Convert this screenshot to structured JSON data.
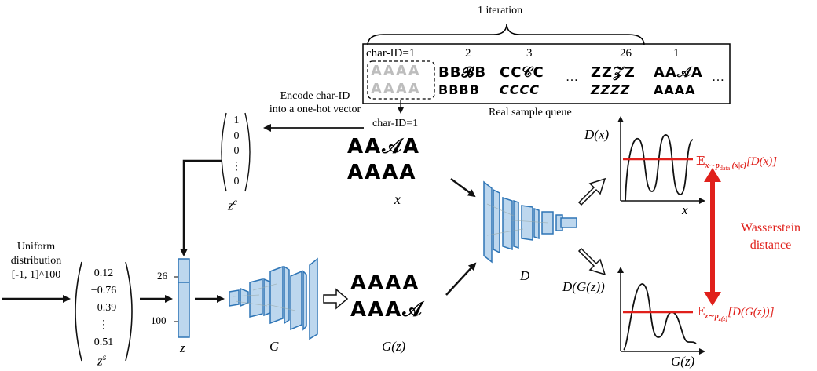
{
  "queue": {
    "title": "1 iteration",
    "label_char1": "char-ID=1",
    "label_2": "2",
    "label_3": "3",
    "label_26": "26",
    "label_1b": "1",
    "ellipsis_mid": "…",
    "ellipsis_end": "…",
    "row1_faded": "AAAA",
    "row2_faded": "AAAA",
    "b_row1": "BB𝓑B",
    "b_row2": "BBBB",
    "c_row1": "CC𝒞C",
    "c_row2": "CCCC",
    "z_row1": "ZZ𝒵Z",
    "z_row2": "ZZZZ",
    "a_row1": "AA𝒜A",
    "a_row2": "AAAA",
    "caption": "Real sample queue"
  },
  "encode": {
    "line1": "Encode char-ID",
    "line2": "into a one-hot vector"
  },
  "onehot": {
    "entries": [
      "1",
      "0",
      "0",
      "⋮",
      "0"
    ],
    "label": "z",
    "label_sup": "c"
  },
  "real_samples": {
    "label": "char-ID=1",
    "row1": "AA𝒜A",
    "row2": "AAAA",
    "var": "x"
  },
  "uniform": {
    "line1": "Uniform",
    "line2": "distribution",
    "line3": "[-1, 1]^100"
  },
  "zs": {
    "entries": [
      "0.12",
      "−0.76",
      "−0.39",
      "⋮",
      "0.51"
    ],
    "label": "z",
    "label_sup": "s"
  },
  "z_vector": {
    "tick_top": "26",
    "tick_bottom": "100",
    "label": "z"
  },
  "generator": {
    "label": "G"
  },
  "fake_samples": {
    "row1": "AAAA",
    "row2": "AAA𝒜",
    "label": "G(z)"
  },
  "discriminator": {
    "label": "D"
  },
  "plot_top": {
    "ylabel": "D(x)",
    "xlabel": "x",
    "expect": "𝔼",
    "expect_sub": "x∼p",
    "expect_subsub": "data",
    "expect_cond": "(x|c)",
    "expect_body": "[D(x)]"
  },
  "plot_bottom": {
    "ylabel": "D(G(z))",
    "xlabel": "G(z)",
    "expect": "𝔼",
    "expect_sub": "z∼p",
    "expect_subsub": "z(z)",
    "expect_body": "[D(G(z))]"
  },
  "wasserstein": {
    "line1": "Wasserstein",
    "line2": "distance"
  },
  "colors": {
    "accent_red": "#e0201b",
    "layer_blue": "#2e75b6",
    "layer_fill": "#bdd7ee"
  }
}
